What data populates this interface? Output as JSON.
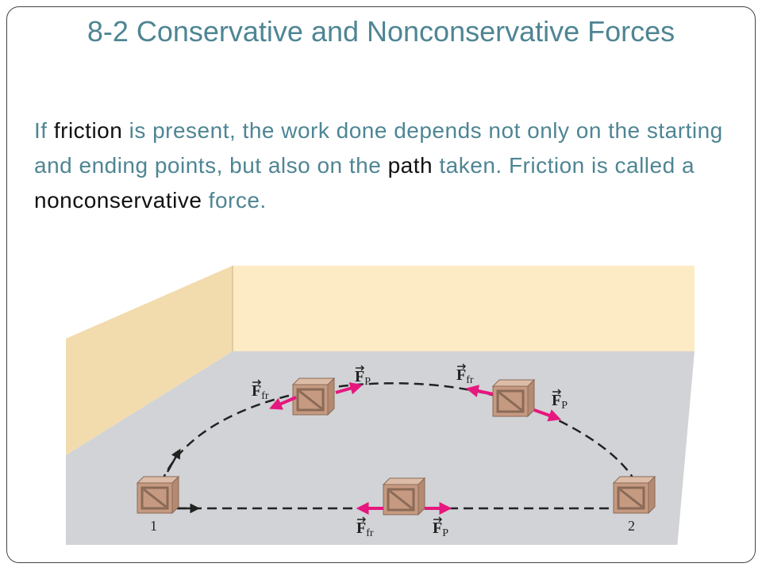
{
  "slide": {
    "title": "8-2 Conservative and Nonconservative Forces",
    "paragraph": [
      {
        "text": "If ",
        "key": false
      },
      {
        "text": "friction",
        "key": true
      },
      {
        "text": " is present, the work done depends not only on the starting and ending points, but also on the ",
        "key": false
      },
      {
        "text": "path",
        "key": true
      },
      {
        "text": " taken. Friction is called a ",
        "key": false
      },
      {
        "text": "nonconservative",
        "key": true
      },
      {
        "text": " force.",
        "key": false
      }
    ]
  },
  "figure": {
    "point_labels": {
      "start": "1",
      "end": "2"
    },
    "force_labels": {
      "fp": {
        "symbol": "F",
        "subscript": "P"
      },
      "ffr": {
        "symbol": "F",
        "subscript": "fr"
      }
    },
    "colors": {
      "wall_left": "#f2dcae",
      "wall_back": "#fdebc6",
      "floor": "#d1d3d6",
      "box": "#c59a81",
      "force_arrow": "#e6177e",
      "path": "#222222",
      "title_text": "#4e8593"
    }
  }
}
